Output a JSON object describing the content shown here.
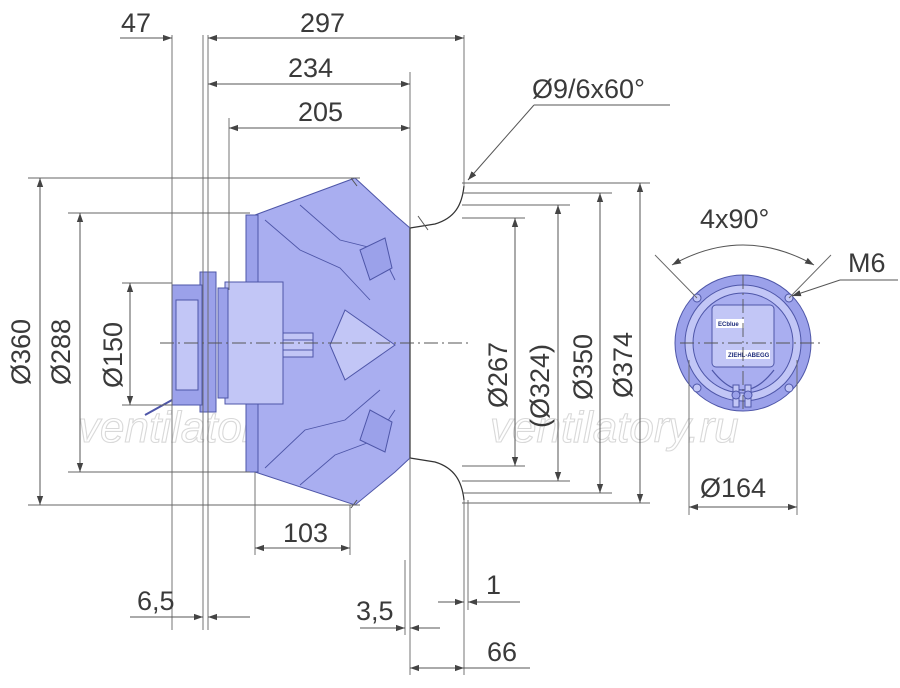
{
  "dimensions": {
    "top_47": "47",
    "top_297": "297",
    "top_234": "234",
    "top_205": "205",
    "hole_spec": "Ø9/6x60°",
    "dia_360": "Ø360",
    "dia_288": "Ø288",
    "dia_150": "Ø150",
    "dia_267": "Ø267",
    "dia_324": "(Ø324)",
    "dia_350": "Ø350",
    "dia_374": "Ø374",
    "bottom_103": "103",
    "bottom_6_5": "6,5",
    "bottom_3_5": "3,5",
    "bottom_1": "1",
    "bottom_66": "66",
    "angle_4x90": "4x90°",
    "thread_m6": "M6",
    "dia_164": "Ø164"
  },
  "watermarks": [
    "ventilatory.ru",
    "ventilatory.ru"
  ],
  "motor_label": {
    "brand_badge": "ECblue",
    "maker": "ZIEHL-ABEGG"
  },
  "colors": {
    "fan_body": "#a9aef0",
    "outline": "#4e56a8",
    "dim_line": "#555555",
    "watermark": "#d9d9d9"
  }
}
